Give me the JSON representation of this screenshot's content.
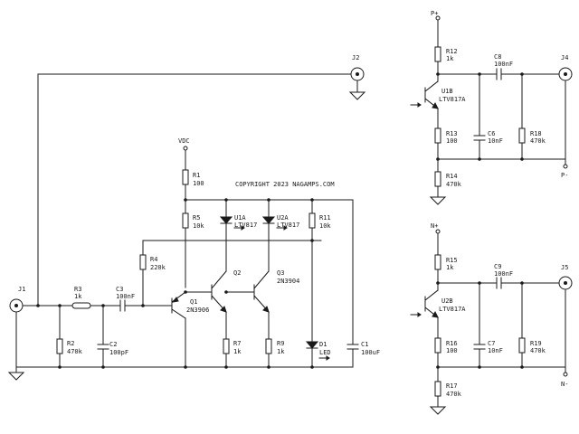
{
  "copyright": "COPYRIGHT 2023 NAGAMPS.COM",
  "rails": {
    "vdc": "VDC",
    "p_plus": "P+",
    "p_minus": "P-",
    "n_plus": "N+",
    "n_minus": "N-"
  },
  "connectors": {
    "J1": {
      "ref": "J1"
    },
    "J2": {
      "ref": "J2"
    },
    "J4": {
      "ref": "J4"
    },
    "J5": {
      "ref": "J5"
    }
  },
  "resistors": {
    "R1": {
      "ref": "R1",
      "value": "100"
    },
    "R2": {
      "ref": "R2",
      "value": "470k"
    },
    "R3": {
      "ref": "R3",
      "value": "1k"
    },
    "R4": {
      "ref": "R4",
      "value": "220k"
    },
    "R5": {
      "ref": "R5",
      "value": "10k"
    },
    "R7": {
      "ref": "R7",
      "value": "1k"
    },
    "R9": {
      "ref": "R9",
      "value": "1k"
    },
    "R11": {
      "ref": "R11",
      "value": "10k"
    },
    "R12": {
      "ref": "R12",
      "value": "1k"
    },
    "R13": {
      "ref": "R13",
      "value": "100"
    },
    "R14": {
      "ref": "R14",
      "value": "470k"
    },
    "R15": {
      "ref": "R15",
      "value": "1k"
    },
    "R16": {
      "ref": "R16",
      "value": "100"
    },
    "R17": {
      "ref": "R17",
      "value": "470k"
    },
    "R18": {
      "ref": "R18",
      "value": "470k"
    },
    "R19": {
      "ref": "R19",
      "value": "470k"
    }
  },
  "capacitors": {
    "C1": {
      "ref": "C1",
      "value": "100uF"
    },
    "C2": {
      "ref": "C2",
      "value": "100pF"
    },
    "C3": {
      "ref": "C3",
      "value": "100nF"
    },
    "C6": {
      "ref": "C6",
      "value": "10nF"
    },
    "C7": {
      "ref": "C7",
      "value": "10nF"
    },
    "C8": {
      "ref": "C8",
      "value": "100nF"
    },
    "C9": {
      "ref": "C9",
      "value": "100nF"
    }
  },
  "transistors": {
    "Q1": {
      "ref": "Q1",
      "part": "2N3906"
    },
    "Q2": {
      "ref": "Q2",
      "part": ""
    },
    "Q3": {
      "ref": "Q3",
      "part": "2N3904"
    }
  },
  "optocouplers": {
    "U1A": {
      "ref": "U1A",
      "part": "LTV817"
    },
    "U2A": {
      "ref": "U2A",
      "part": "LTV817"
    },
    "U1B": {
      "ref": "U1B",
      "part": "LTV817A"
    },
    "U2B": {
      "ref": "U2B",
      "part": "LTV817A"
    }
  },
  "leds": {
    "D1": {
      "ref": "D1",
      "part": "LED"
    }
  }
}
